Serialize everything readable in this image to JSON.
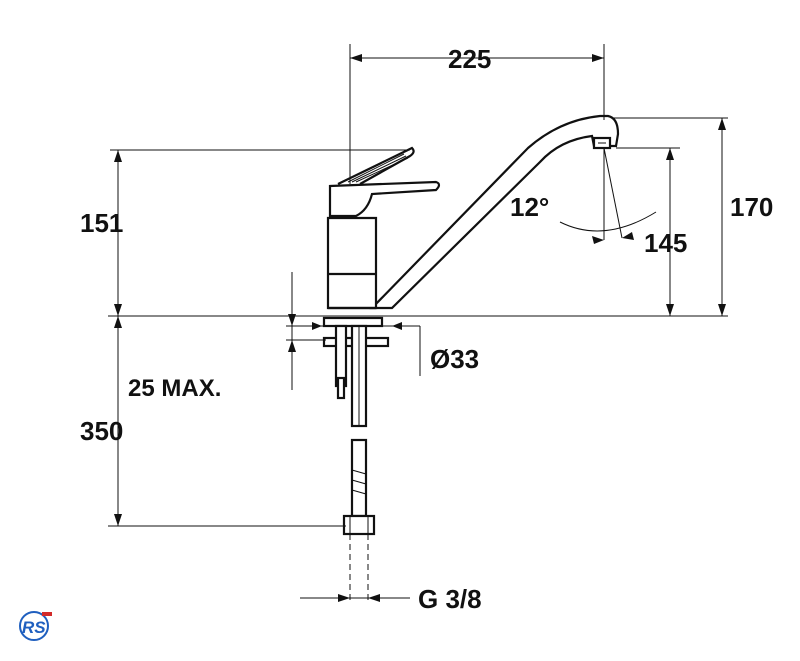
{
  "dimensions": {
    "spout_reach": "225",
    "lever_height": "151",
    "total_height": "170",
    "outlet_height": "145",
    "swivel_angle": "12°",
    "hole_diameter": "Ø33",
    "max_thickness": "25 MAX.",
    "hose_length": "350",
    "connection": "G 3/8"
  },
  "logo": {
    "text": "RS",
    "colors": {
      "primary": "#1f5fbf",
      "accent": "#d22a2a"
    }
  },
  "colors": {
    "line": "#111111",
    "background": "#ffffff"
  }
}
